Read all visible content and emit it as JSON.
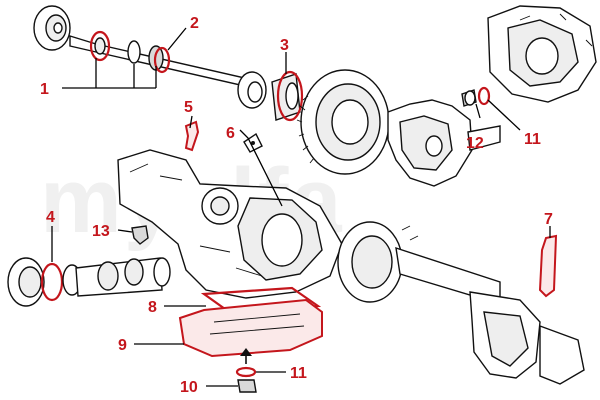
{
  "watermark": "myalfa",
  "callouts": [
    {
      "id": "1",
      "label": "1"
    },
    {
      "id": "2",
      "label": "2"
    },
    {
      "id": "3",
      "label": "3"
    },
    {
      "id": "4",
      "label": "4"
    },
    {
      "id": "5",
      "label": "5"
    },
    {
      "id": "6",
      "label": "6"
    },
    {
      "id": "7",
      "label": "7"
    },
    {
      "id": "8",
      "label": "8"
    },
    {
      "id": "9",
      "label": "9"
    },
    {
      "id": "10",
      "label": "10"
    },
    {
      "id": "11a",
      "label": "11"
    },
    {
      "id": "11b",
      "label": "11"
    },
    {
      "id": "12",
      "label": "12"
    },
    {
      "id": "13",
      "label": "13"
    }
  ],
  "colors": {
    "callout": "#c4161c",
    "leader": "#000000",
    "line_art": "#111111",
    "watermark": "#f0f0f0",
    "background": "#ffffff"
  }
}
